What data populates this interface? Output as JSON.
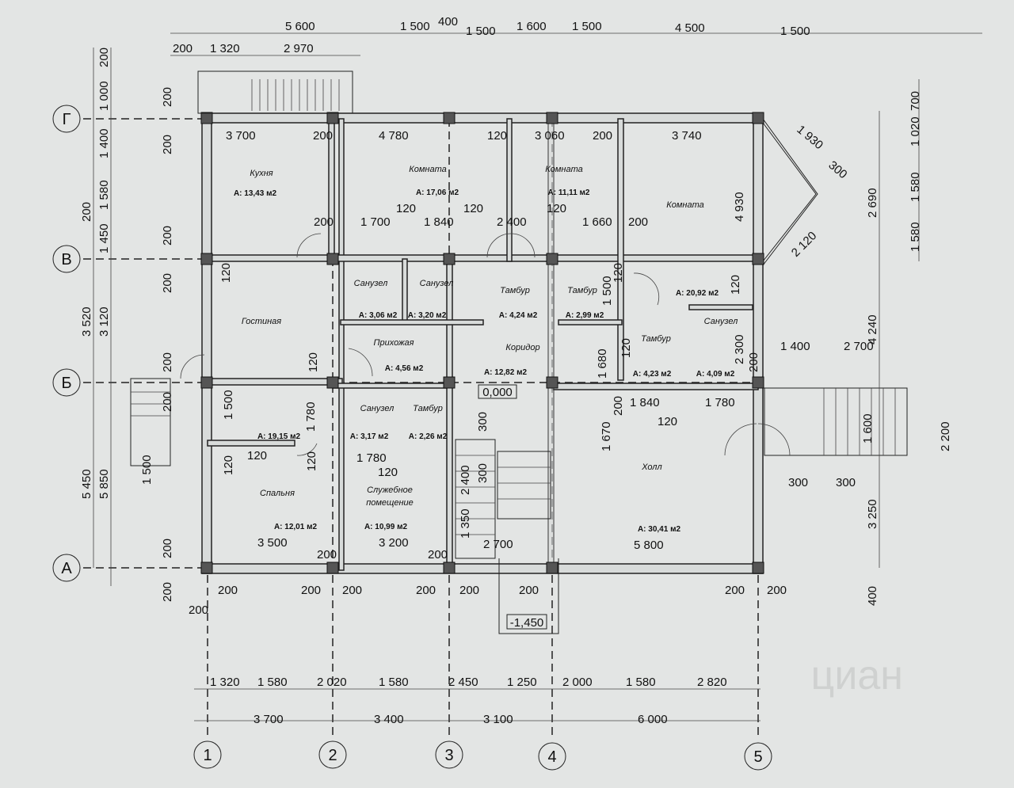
{
  "axes": {
    "rows": [
      "Г",
      "В",
      "Б",
      "А"
    ],
    "cols": [
      "1",
      "2",
      "3",
      "4",
      "5"
    ]
  },
  "rooms": [
    {
      "name": "Кухня",
      "area": "A: 13,43 м2"
    },
    {
      "name": "Комната",
      "area": "A: 17,06 м2"
    },
    {
      "name": "Комната",
      "area": "A: 11,11 м2"
    },
    {
      "name": "Комната",
      "area": "A: 20,92 м2"
    },
    {
      "name": "Санузел",
      "area": "A: 3,06 м2"
    },
    {
      "name": "Санузел",
      "area": "A: 3,20 м2"
    },
    {
      "name": "Тамбур",
      "area": "A: 4,24 м2"
    },
    {
      "name": "Тамбур",
      "area": "A: 2,99 м2"
    },
    {
      "name": "Санузел",
      "area": "A: 4,09 м2"
    },
    {
      "name": "Тамбур",
      "area": "A: 4,23 м2"
    },
    {
      "name": "Гостиная",
      "area": "A: 19,15 м2"
    },
    {
      "name": "Прихожая",
      "area": "A: 4,56 м2"
    },
    {
      "name": "Коридор",
      "area": "A: 12,82 м2"
    },
    {
      "name": "Санузел",
      "area": "A: 3,17 м2"
    },
    {
      "name": "Тамбур",
      "area": "A: 2,26 м2"
    },
    {
      "name": "Спальня",
      "area": "A: 12,01 м2"
    },
    {
      "name": "Служебное",
      "name2": "помещение",
      "area": "A: 10,99 м2"
    },
    {
      "name": "Холл",
      "area": "A: 30,41 м2"
    }
  ],
  "levels": {
    "floor": "0,000",
    "ground": "-1,450"
  },
  "dims": {
    "top1": [
      "5 600",
      "1 500",
      "400",
      "1 500",
      "1 600",
      "1 500",
      "4 500",
      "1 500"
    ],
    "top2": [
      "200",
      "1 320",
      "2 970"
    ],
    "bottom1": [
      "1 320",
      "1 580",
      "2 020",
      "1 580",
      "2 450",
      "1 250",
      "2 000",
      "1 580",
      "2 820"
    ],
    "bottom2": [
      "3 700",
      "3 400",
      "3 100",
      "6 000"
    ],
    "bottom_wall": [
      "200",
      "200",
      "200",
      "200",
      "200",
      "200",
      "200",
      "200",
      "200",
      "200",
      "200"
    ],
    "left_outer": [
      "200",
      "1 000",
      "1 400",
      "1 580",
      "1 450",
      "3 520",
      "3 120",
      "5 450",
      "5 850"
    ],
    "left_inner": [
      "200",
      "200",
      "200",
      "200",
      "200",
      "200",
      "200",
      "200",
      "1 500",
      "200"
    ],
    "right": [
      "700",
      "1 020",
      "1 580",
      "1 580",
      "2 690",
      "4 240",
      "2 200",
      "3 250",
      "400",
      "1 930",
      "300",
      "2 120",
      "1 400",
      "2 700",
      "1 600",
      "300",
      "300"
    ],
    "interior": [
      "3 700",
      "200",
      "4 780",
      "120",
      "3 060",
      "200",
      "3 740",
      "200",
      "1 700",
      "120",
      "1 840",
      "120",
      "2 400",
      "120",
      "1 660",
      "200",
      "4 930",
      "120",
      "120",
      "1 500",
      "120",
      "120",
      "1 680",
      "120",
      "2 300",
      "200",
      "1 780",
      "120",
      "1 500",
      "120",
      "120",
      "1 780",
      "120",
      "2 400",
      "300",
      "300",
      "1 350",
      "2 700",
      "1 670",
      "200",
      "1 840",
      "1 780",
      "120",
      "3 500",
      "3 200",
      "5 800"
    ]
  },
  "watermark": "циан"
}
